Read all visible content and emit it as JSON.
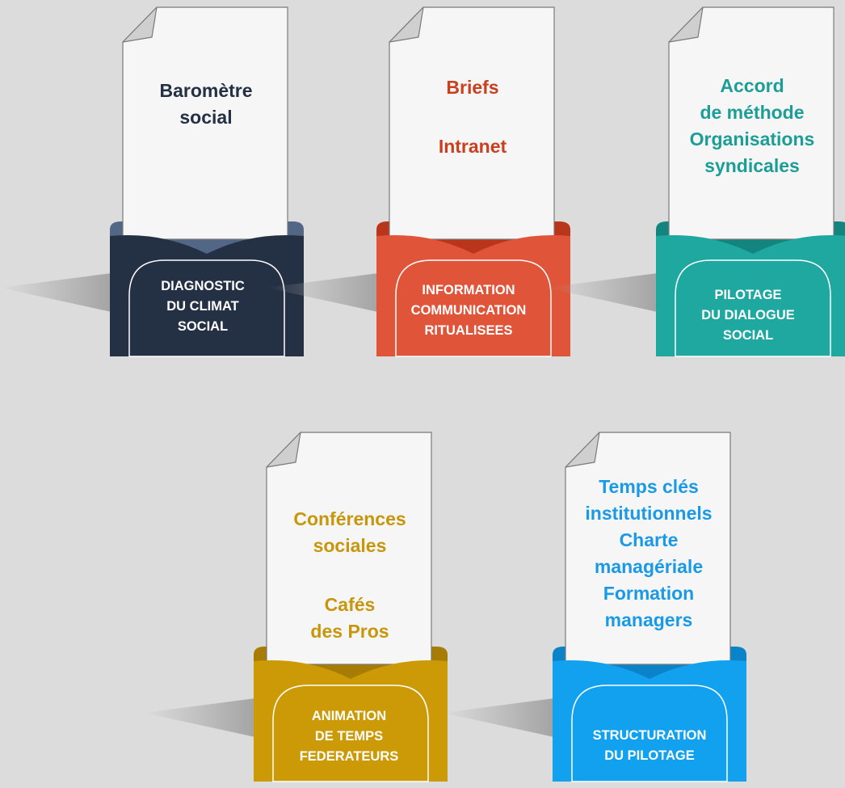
{
  "colors": {
    "background": "#dcdcdc",
    "paper": "#f6f6f6",
    "shadow": "#9a9a9a"
  },
  "cards": [
    {
      "id": "diagnostic",
      "color": "#243044",
      "accent": "#516785",
      "text_color": "#243044",
      "paper_lines": [
        "Baromètre",
        "social"
      ],
      "label_lines": [
        "DIAGNOSTIC",
        "DU CLIMAT",
        "SOCIAL"
      ]
    },
    {
      "id": "information",
      "color": "#e0553a",
      "accent": "#b9361d",
      "text_color": "#c9401f",
      "paper_lines": [
        "Briefs",
        "",
        "Intranet"
      ],
      "label_lines": [
        "INFORMATION",
        "COMMUNICATION",
        "RITUALISEES"
      ]
    },
    {
      "id": "pilotage",
      "color": "#1ea8a0",
      "accent": "#14857e",
      "text_color": "#1c9e97",
      "paper_lines": [
        "Accord",
        "de méthode",
        "Organisations",
        "syndicales"
      ],
      "label_lines": [
        "PILOTAGE",
        "DU DIALOGUE",
        "SOCIAL"
      ]
    },
    {
      "id": "animation",
      "color": "#cc9a06",
      "accent": "#a67c04",
      "text_color": "#c7960b",
      "paper_lines": [
        "Conférences",
        "sociales",
        "",
        "Cafés",
        "des Pros"
      ],
      "label_lines": [
        "ANIMATION",
        "DE TEMPS",
        "FEDERATEURS"
      ]
    },
    {
      "id": "structuration",
      "color": "#12a1ef",
      "accent": "#0b83c9",
      "text_color": "#1a9ae6",
      "paper_lines": [
        "Temps clés",
        "institutionnels",
        "Charte",
        "managériale",
        "Formation",
        "managers"
      ],
      "label_lines": [
        "STRUCTURATION",
        "DU PILOTAGE"
      ]
    }
  ]
}
